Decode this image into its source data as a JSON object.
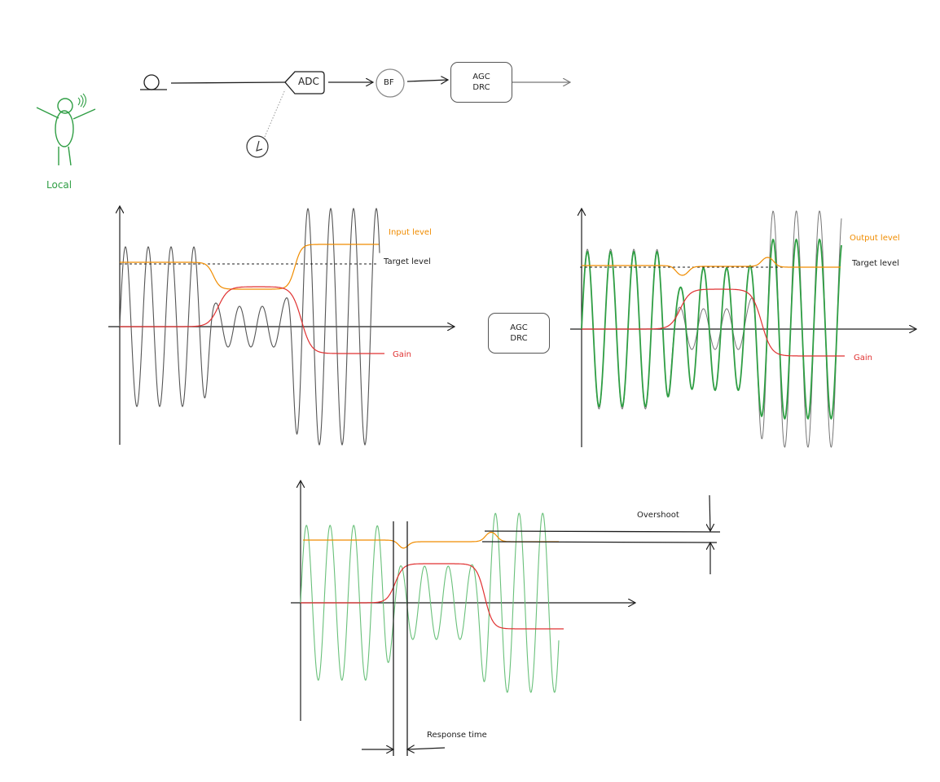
{
  "pipeline": {
    "person_label": "Local",
    "adc_label": "ADC",
    "bf_label": "BF",
    "agc_line1": "AGC",
    "agc_line2": "DRC"
  },
  "input_chart": {
    "input_level": "Input level",
    "target_level": "Target level",
    "gain": "Gain"
  },
  "middle_block": {
    "line1": "AGC",
    "line2": "DRC"
  },
  "output_chart": {
    "output_level": "Output level",
    "target_level": "Target level",
    "gain": "Gain"
  },
  "detail_chart": {
    "overshoot": "Overshoot",
    "response_time": "Response time"
  },
  "colors": {
    "input": "#f08c00",
    "gain": "#e03131",
    "output": "#2f9e44",
    "signal": "#555555",
    "light_green": "#69c07a",
    "person": "#2f9e44"
  }
}
